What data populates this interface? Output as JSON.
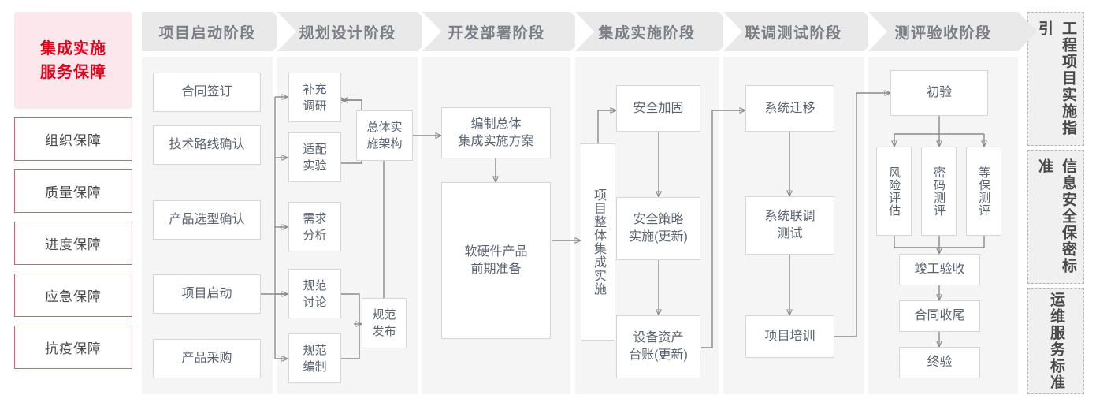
{
  "left_column": {
    "title": "集成实施\n服务保障",
    "title_line1": "集成实施",
    "title_line2": "服务保障",
    "accent_color": "#e2001a",
    "bg_color": "#fce8ec",
    "border_color": "#e8566e",
    "items": [
      {
        "label": "组织保障"
      },
      {
        "label": "质量保障"
      },
      {
        "label": "进度保障"
      },
      {
        "label": "应急保障"
      },
      {
        "label": "抗疫保障"
      }
    ]
  },
  "phases": [
    {
      "id": "p1",
      "header": "项目启动阶段"
    },
    {
      "id": "p2",
      "header": "规划设计阶段"
    },
    {
      "id": "p3",
      "header": "开发部署阶段"
    },
    {
      "id": "p4",
      "header": "集成实施阶段"
    },
    {
      "id": "p5",
      "header": "联调测试阶段"
    },
    {
      "id": "p6",
      "header": "测评验收阶段"
    }
  ],
  "nodes": {
    "p1": [
      {
        "key": "contract",
        "label": "合同签订"
      },
      {
        "key": "techroute",
        "label": "技术路线确认"
      },
      {
        "key": "product",
        "label": "产品选型确认"
      },
      {
        "key": "kickoff",
        "label": "项目启动"
      },
      {
        "key": "purchase",
        "label": "产品采购"
      }
    ],
    "p2": [
      {
        "key": "survey",
        "label": "补充\n调研",
        "line1": "补充",
        "line2": "调研"
      },
      {
        "key": "adapt",
        "label": "适配\n实验",
        "line1": "适配",
        "line2": "实验"
      },
      {
        "key": "demand",
        "label": "需求\n分析",
        "line1": "需求",
        "line2": "分析"
      },
      {
        "key": "specdisc",
        "label": "规范\n讨论",
        "line1": "规范",
        "line2": "讨论"
      },
      {
        "key": "specdraft",
        "label": "规范\n编制",
        "line1": "规范",
        "line2": "编制"
      },
      {
        "key": "arch",
        "label": "总体实\n施架构",
        "line1": "总体实",
        "line2": "施架构"
      },
      {
        "key": "specpub",
        "label": "规范\n发布",
        "line1": "规范",
        "line2": "发布"
      }
    ],
    "p3": [
      {
        "key": "plan",
        "label": "编制总体\n集成实施方案",
        "line1": "编制总体",
        "line2": "集成实施方案"
      },
      {
        "key": "prepare",
        "label": "软硬件产品\n前期准备",
        "line1": "软硬件产品",
        "line2": "前期准备"
      }
    ],
    "p4": [
      {
        "key": "overall",
        "label": "项目整体集成实施"
      },
      {
        "key": "harden",
        "label": "安全加固"
      },
      {
        "key": "policy",
        "label": "安全策略\n实施(更新)",
        "line1": "安全策略",
        "line2": "实施(更新)"
      },
      {
        "key": "asset",
        "label": "设备资产\n台账(更新)",
        "line1": "设备资产",
        "line2": "台账(更新)"
      }
    ],
    "p5": [
      {
        "key": "migrate",
        "label": "系统迁移"
      },
      {
        "key": "jointtest",
        "label": "系统联调\n测试",
        "line1": "系统联调",
        "line2": "测试"
      },
      {
        "key": "training",
        "label": "项目培训"
      }
    ],
    "p6": [
      {
        "key": "prelim",
        "label": "初验"
      },
      {
        "key": "risk",
        "label": "风险评估"
      },
      {
        "key": "crypto",
        "label": "密码测评"
      },
      {
        "key": "mlps",
        "label": "等保测评"
      },
      {
        "key": "complete",
        "label": "竣工验收"
      },
      {
        "key": "closeout",
        "label": "合同收尾"
      },
      {
        "key": "final",
        "label": "终验"
      }
    ]
  },
  "standards": [
    {
      "key": "eng",
      "label": "工程项目实施指引"
    },
    {
      "key": "sec",
      "label": "信息安全保密标准"
    },
    {
      "key": "ops",
      "label": "运维服务标准"
    }
  ]
}
